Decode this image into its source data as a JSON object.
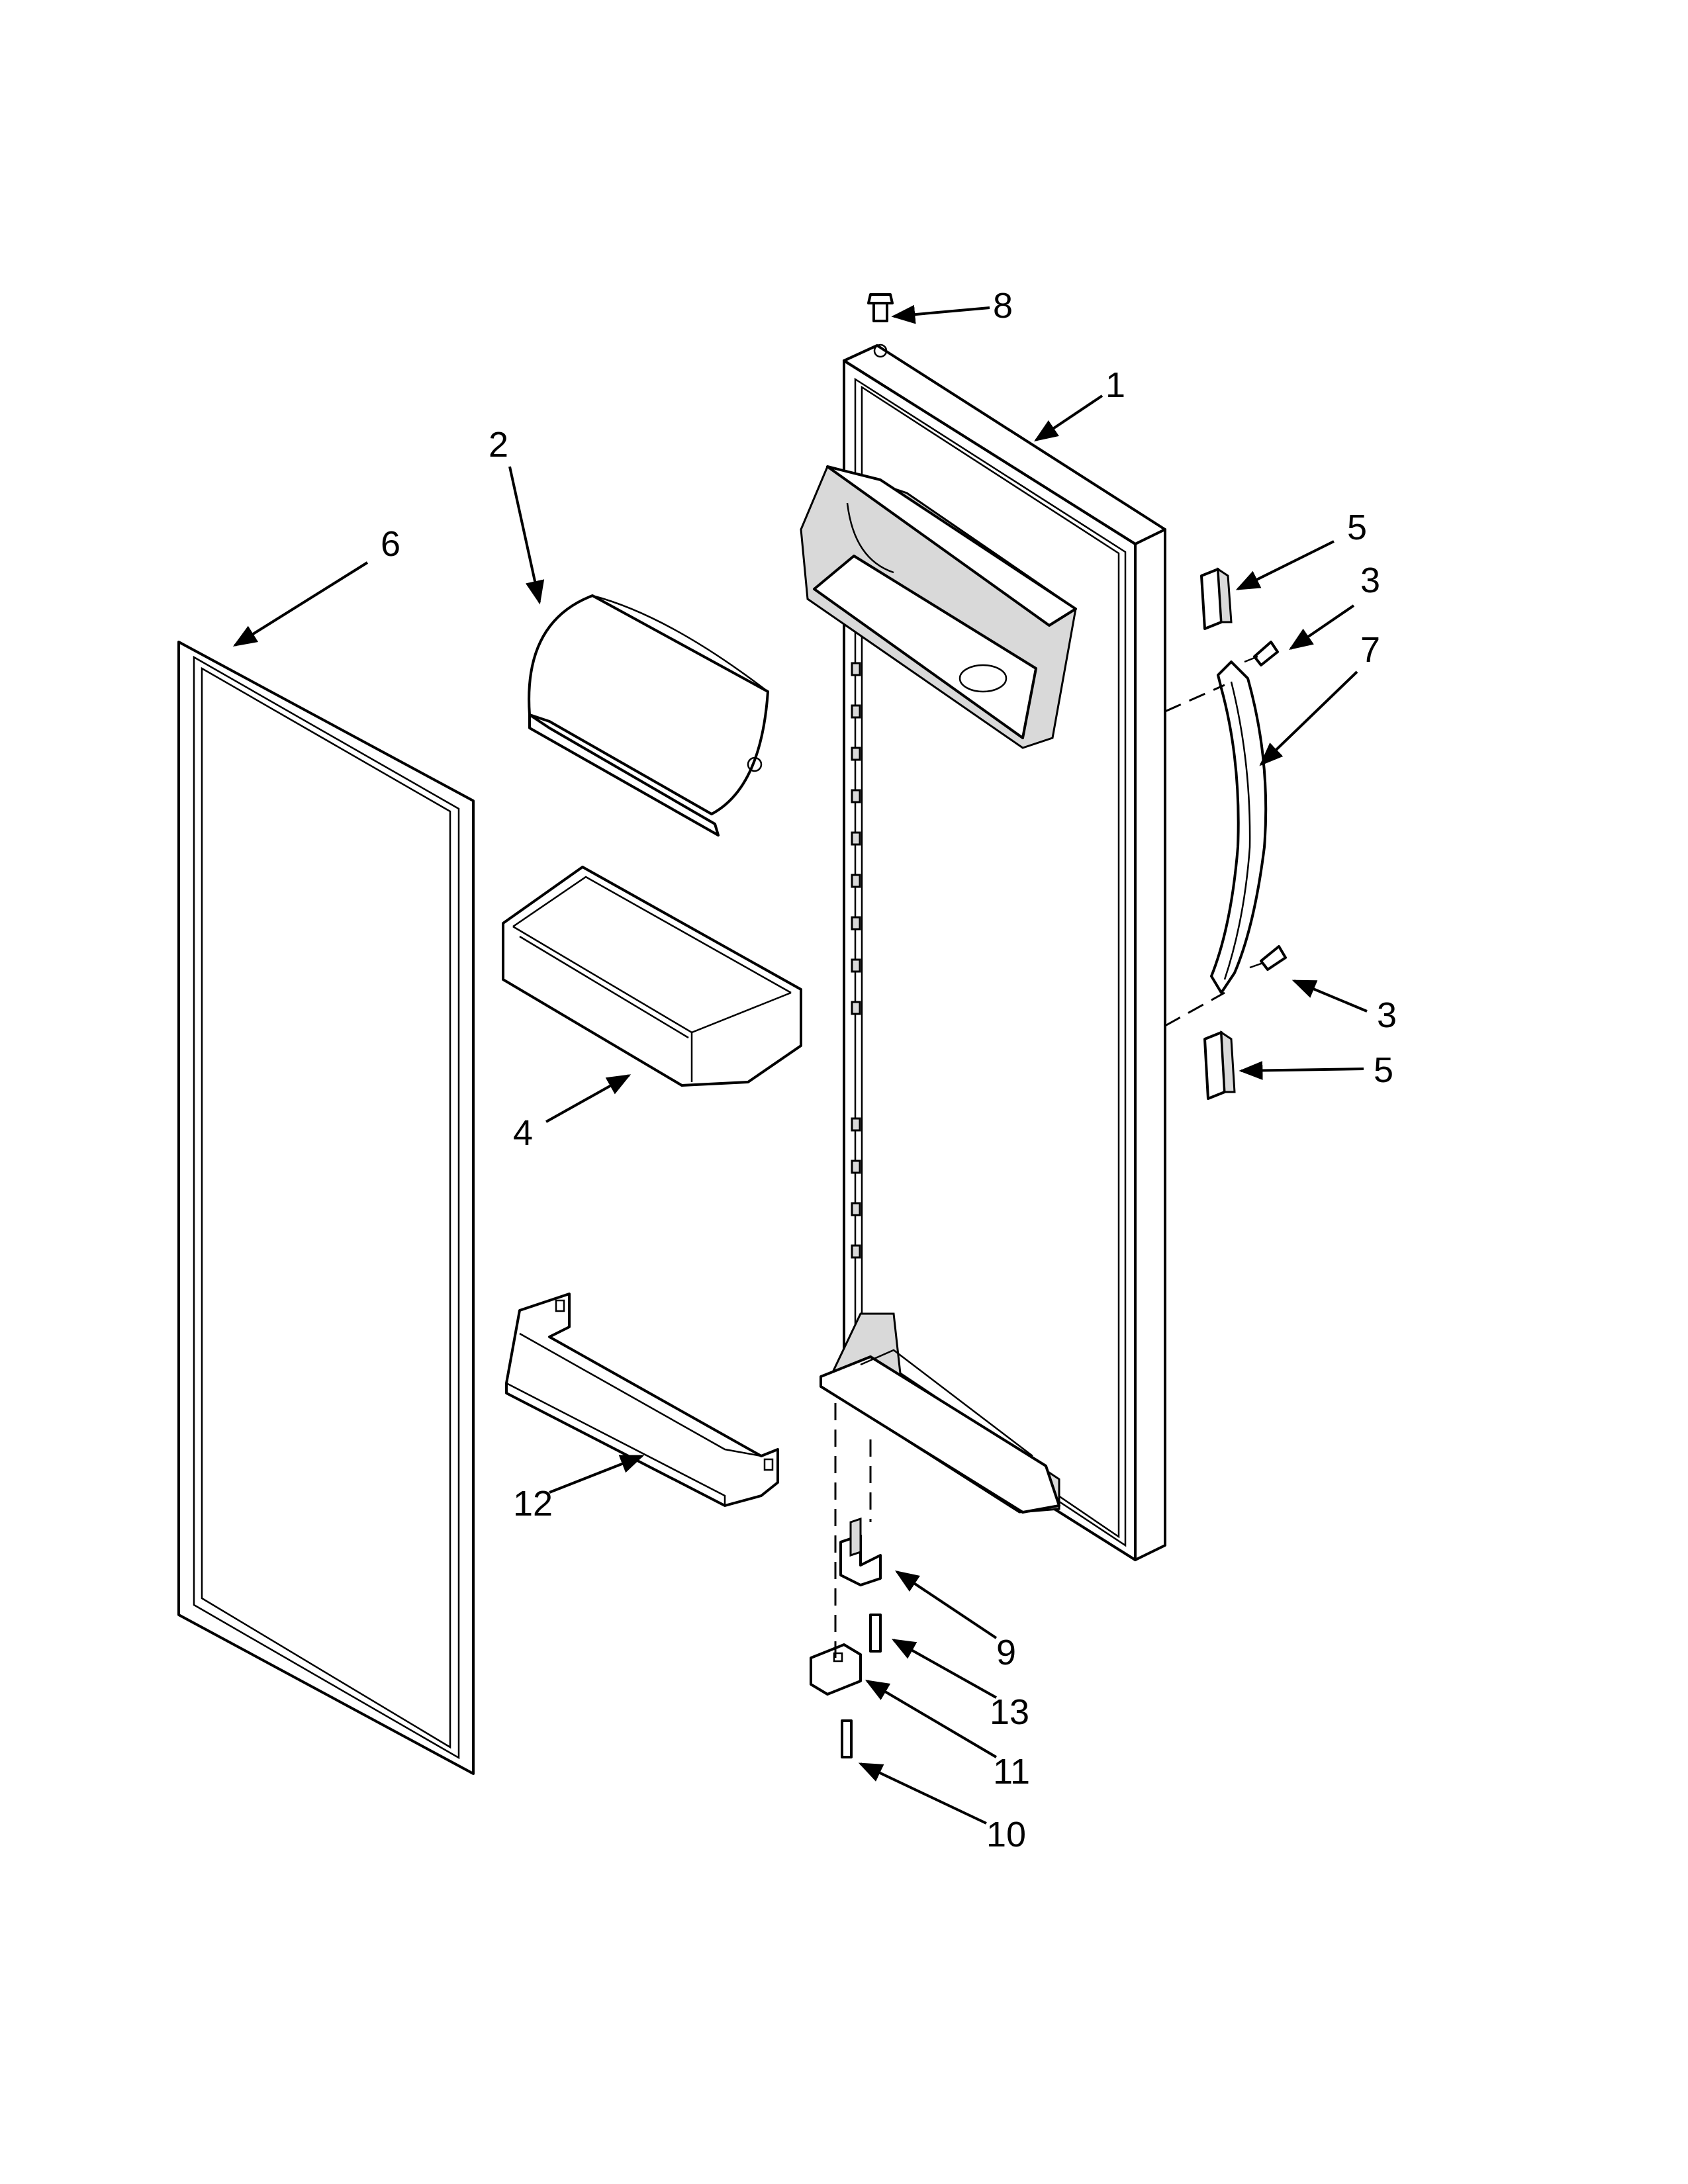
{
  "diagram": {
    "callouts": {
      "c1": "1",
      "c2": "2",
      "c3a": "3",
      "c3b": "3",
      "c4": "4",
      "c5a": "5",
      "c5b": "5",
      "c6": "6",
      "c7": "7",
      "c8": "8",
      "c9": "9",
      "c10": "10",
      "c11": "11",
      "c12": "12",
      "c13": "13"
    }
  }
}
